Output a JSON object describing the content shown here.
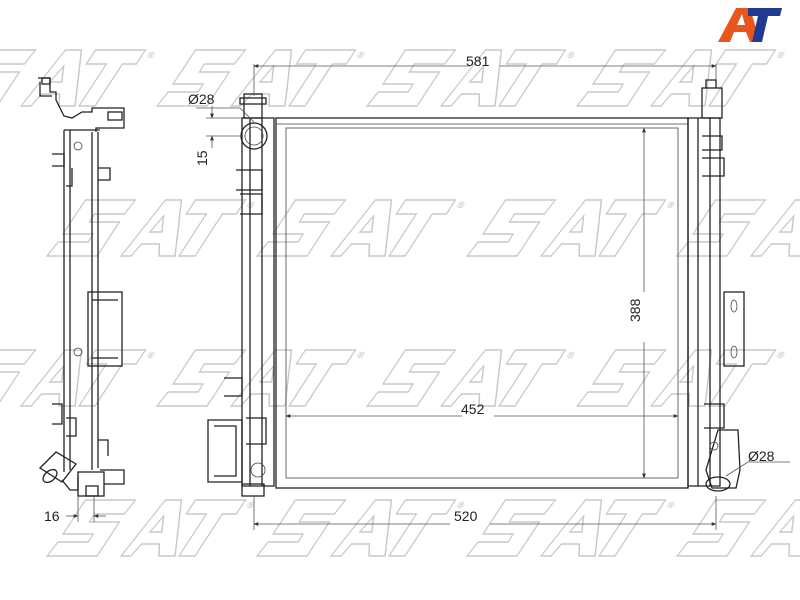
{
  "logo": {
    "text": "AT",
    "accent": "#e8561c",
    "secondary": "#1f3a93"
  },
  "watermark": {
    "text": "SAT",
    "registered": "®"
  },
  "dimensions": {
    "overall_width": "581",
    "core_width": "452",
    "bottom_width": "520",
    "core_height": "388",
    "inlet_diameter": "Ø28",
    "outlet_diameter": "Ø28",
    "side_depth": "16",
    "inlet_offset": "15"
  }
}
